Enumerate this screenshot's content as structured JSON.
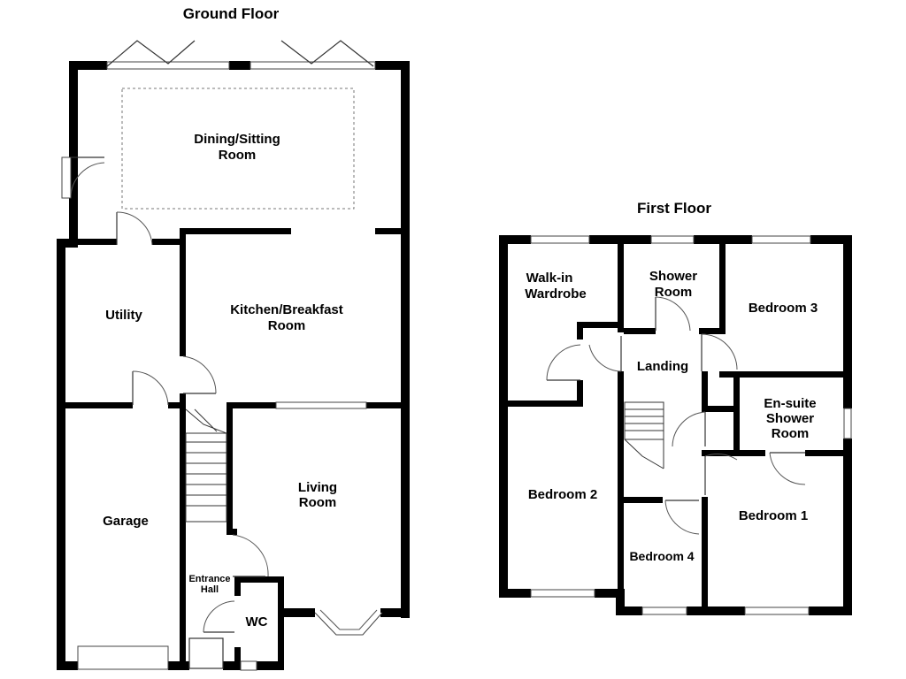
{
  "floors": [
    {
      "title": "Ground Floor",
      "rooms": [
        {
          "line1": "Dining/Sitting",
          "line2": "Room"
        },
        {
          "line1": "Utility",
          "line2": ""
        },
        {
          "line1": "Kitchen/Breakfast",
          "line2": "Room"
        },
        {
          "line1": "Living",
          "line2": "Room"
        },
        {
          "line1": "Garage",
          "line2": ""
        },
        {
          "line1": "Entrance",
          "line2": "Hall"
        },
        {
          "line1": "WC",
          "line2": ""
        }
      ]
    },
    {
      "title": "First Floor",
      "rooms": [
        {
          "line1": "Walk-in",
          "line2": "Wardrobe"
        },
        {
          "line1": "Shower",
          "line2": "Room"
        },
        {
          "line1": "Bedroom 3",
          "line2": ""
        },
        {
          "line1": "Landing",
          "line2": ""
        },
        {
          "line1": "En-suite",
          "line2": "Shower",
          "line3": "Room"
        },
        {
          "line1": "Bedroom 2",
          "line2": ""
        },
        {
          "line1": "Bedroom 1",
          "line2": ""
        },
        {
          "line1": "Bedroom 4",
          "line2": ""
        }
      ]
    }
  ],
  "colors": {
    "wall": "#000000",
    "background": "#ffffff",
    "fixture": "#555555"
  }
}
